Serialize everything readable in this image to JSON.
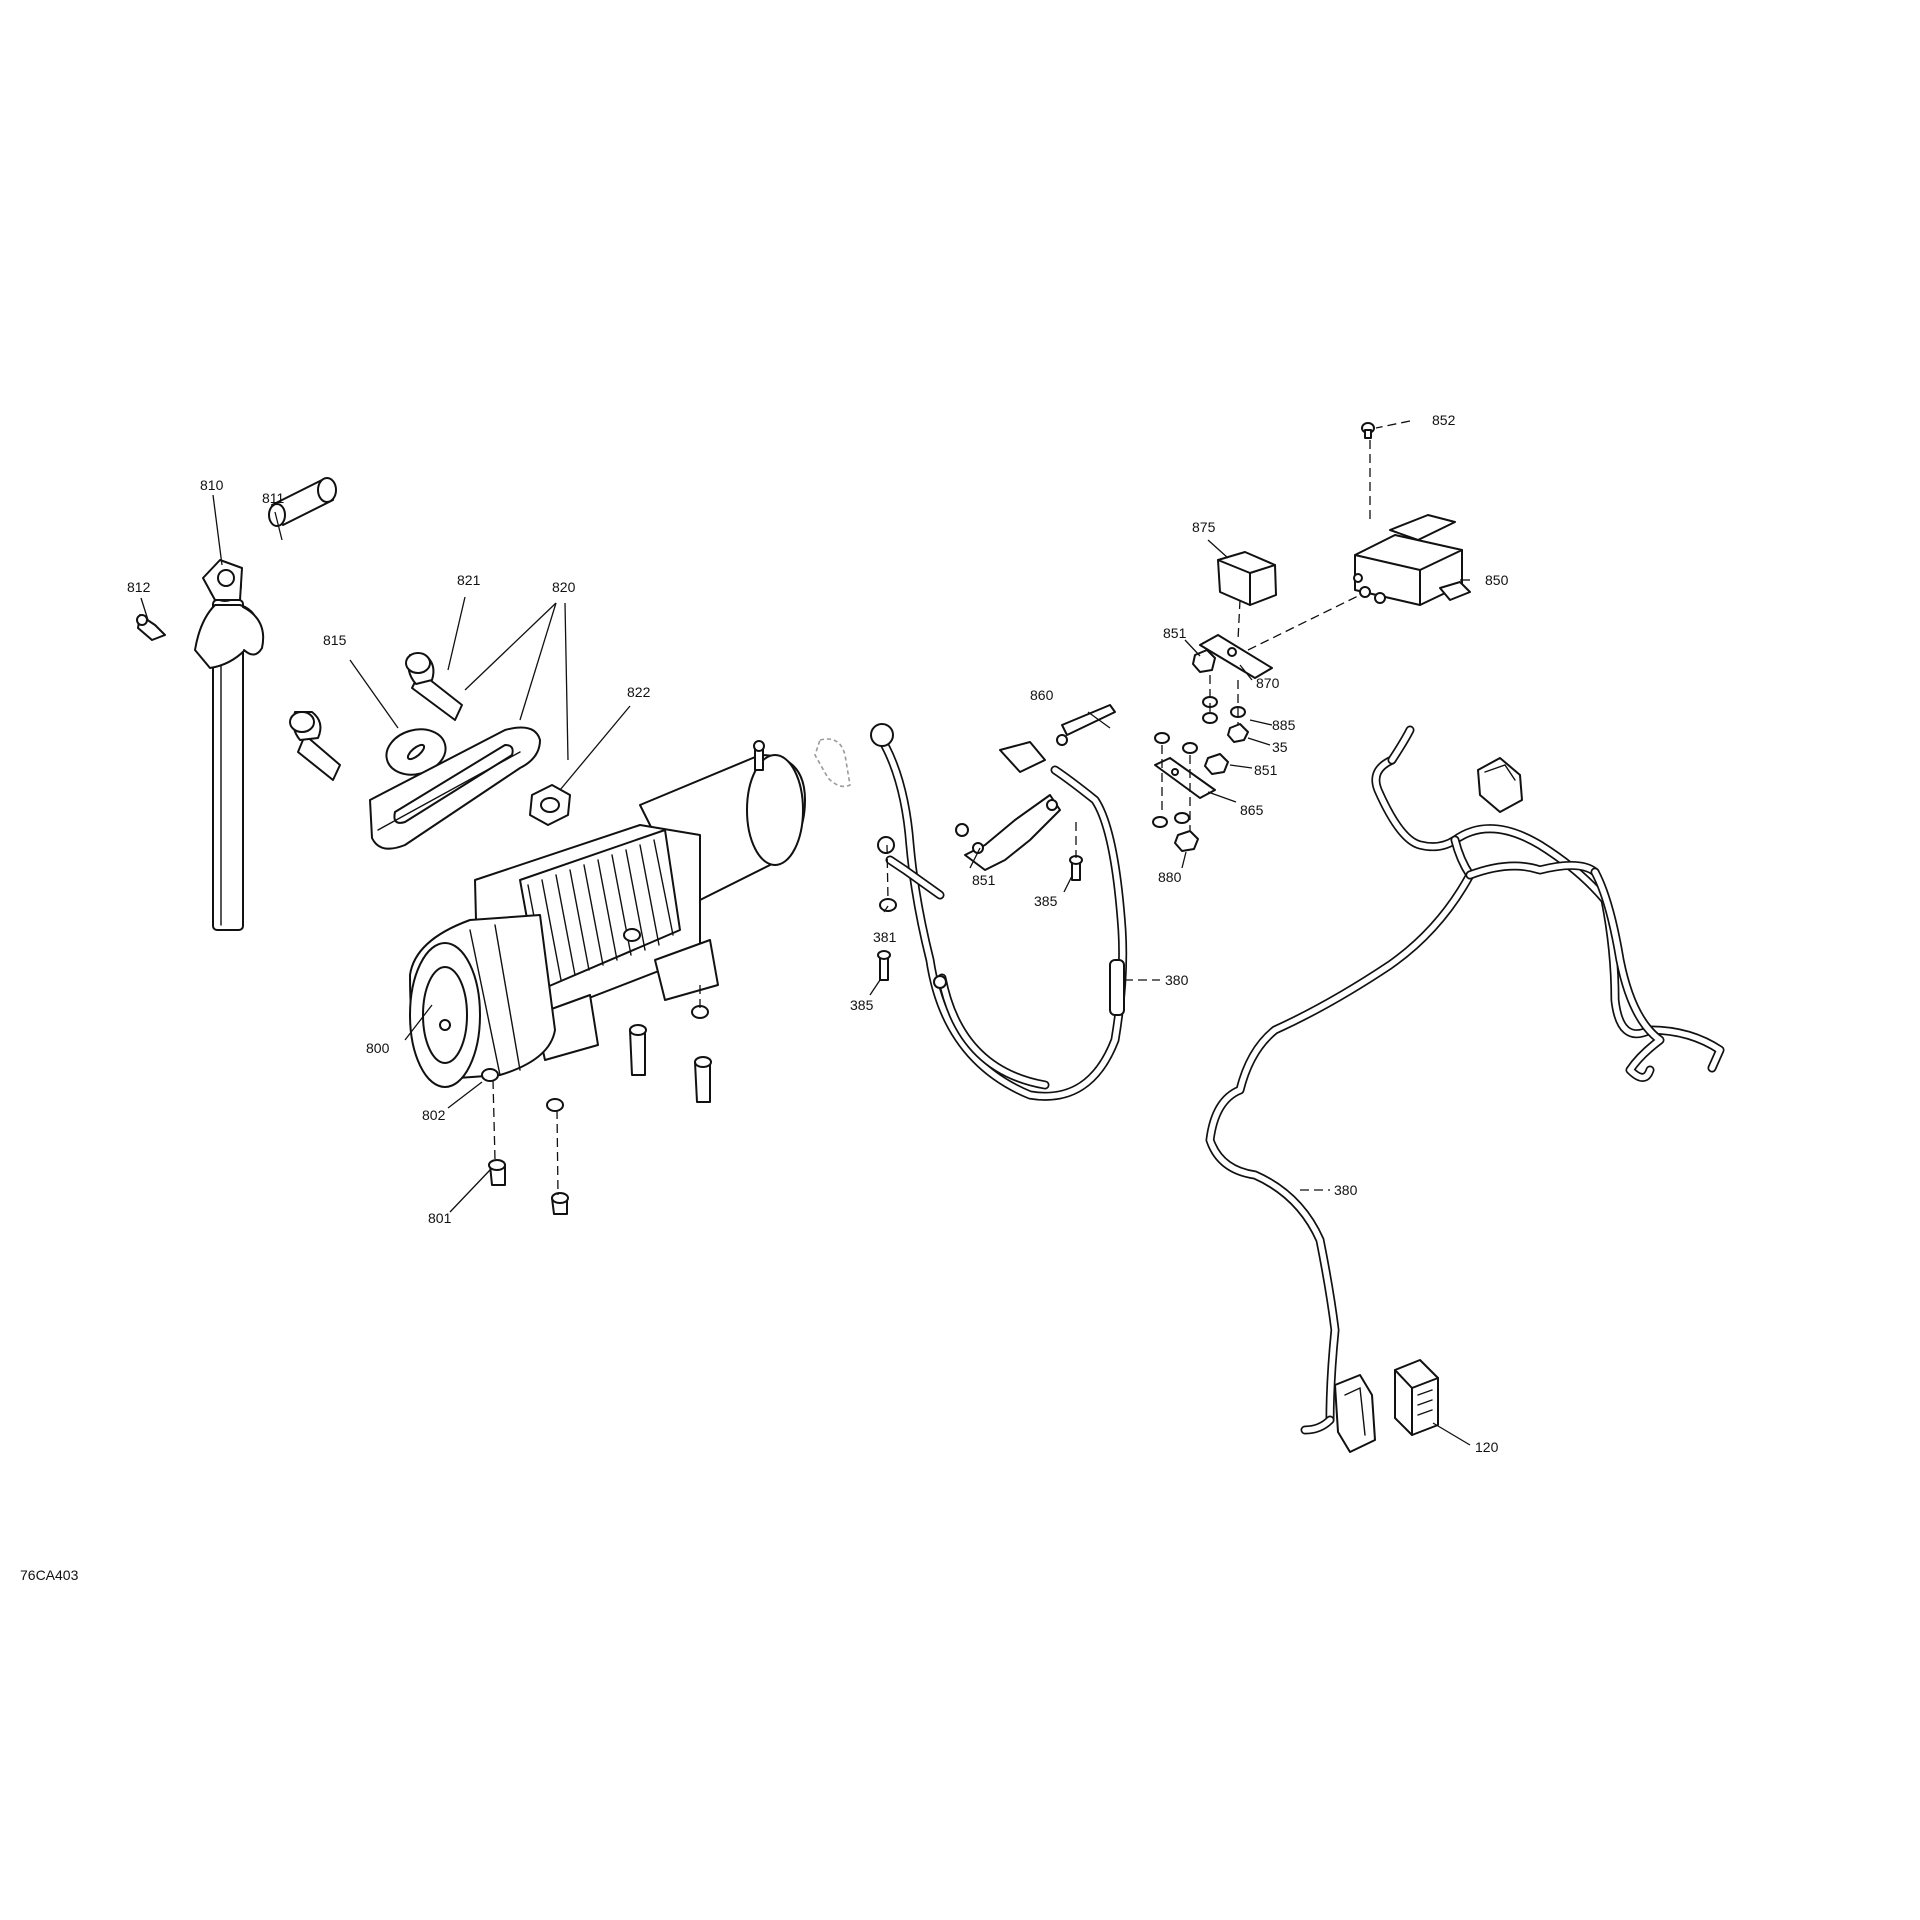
{
  "diagram_ref": "76CA403",
  "callouts": {
    "c810": "810",
    "c811": "811",
    "c812": "812",
    "c815": "815",
    "c820": "820",
    "c821": "821",
    "c822": "822",
    "c800": "800",
    "c802": "802",
    "c801": "801",
    "c852": "852",
    "c875": "875",
    "c850": "850",
    "c851a": "851",
    "c870": "870",
    "c885": "885",
    "c35": "35",
    "c851b": "851",
    "c865": "865",
    "c880": "880",
    "c860": "860",
    "c851c": "851",
    "c385a": "385",
    "c381": "381",
    "c385b": "385",
    "c380a": "380",
    "c380b": "380",
    "c120": "120"
  }
}
